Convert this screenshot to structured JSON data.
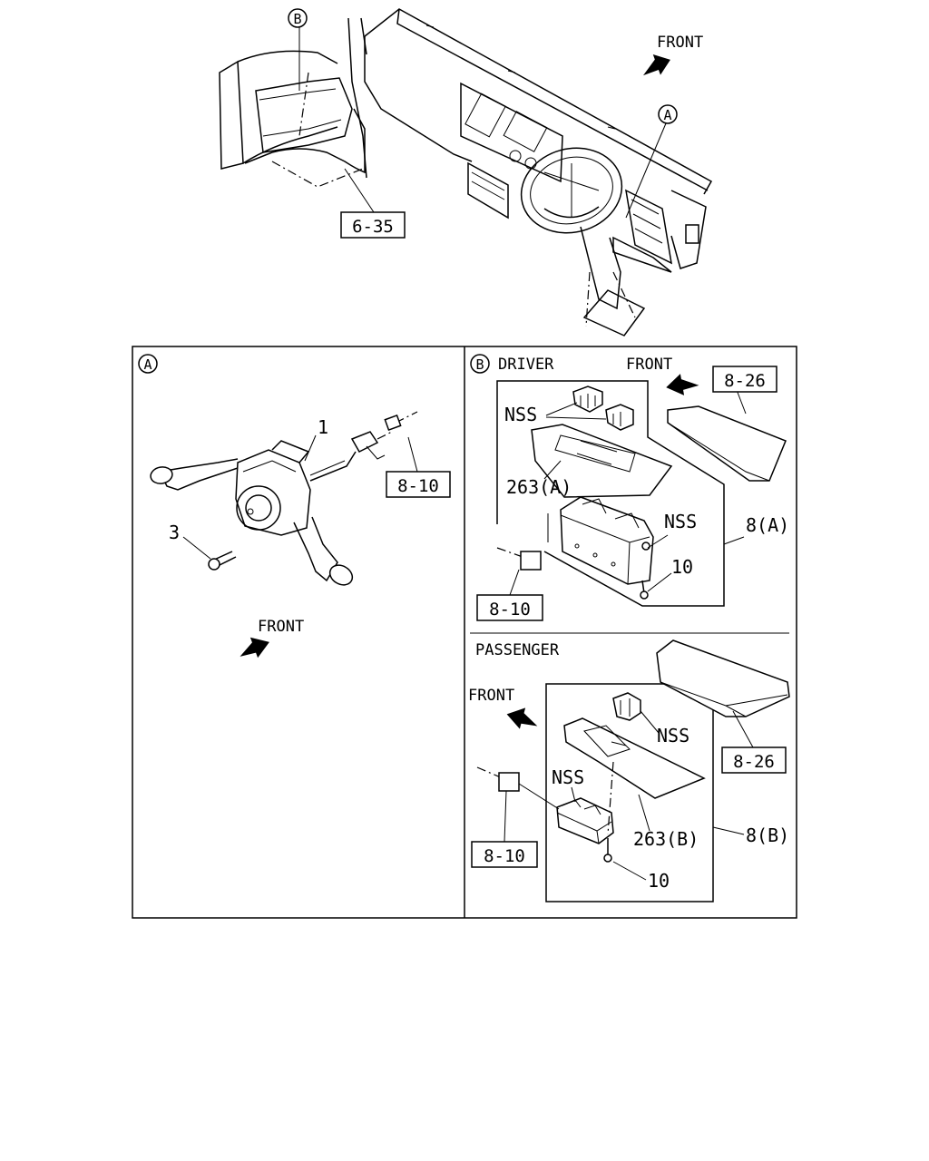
{
  "top_view": {
    "front_label": "FRONT",
    "callout_a": "A",
    "callout_b": "B",
    "ref_box": "6-35"
  },
  "panel_a": {
    "callout": "A",
    "part_1": "1",
    "part_3": "3",
    "ref_box": "8-10",
    "front_label": "FRONT"
  },
  "panel_b": {
    "callout": "B",
    "driver": {
      "title": "DRIVER",
      "front_label": "FRONT",
      "ref_cover": "8-26",
      "nss_top": "NSS",
      "nss_side": "NSS",
      "part_263a": "263(A)",
      "part_8a": "8(A)",
      "part_10": "10",
      "ref_connector": "8-10"
    },
    "passenger": {
      "title": "PASSENGER",
      "front_label": "FRONT",
      "ref_cover": "8-26",
      "nss_top": "NSS",
      "nss_left": "NSS",
      "part_263b": "263(B)",
      "part_8b": "8(B)",
      "part_10": "10",
      "ref_connector": "8-10"
    }
  }
}
